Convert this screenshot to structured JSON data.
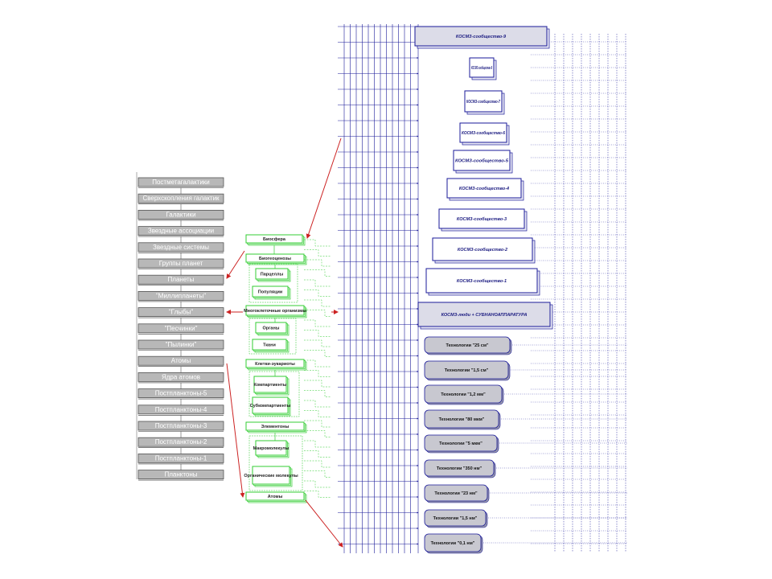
{
  "left_scale": [
    "Постметагалактики",
    "Сверхскопления галактик",
    "Галактики",
    "Звездные ассоциации",
    "Звездные системы",
    "Группы планет",
    "Планеты",
    "\"Миллипланеты\"",
    "\"Глыбы\"",
    "\"Песчинки\"",
    "\"Пылинки\"",
    "Атомы",
    "Ядра атомов",
    "Постпланктоны-5",
    "Постпланктоны-4",
    "Постпланктоны-3",
    "Постпланктоны-2",
    "Постпланктоны-1",
    "Планктоны"
  ],
  "middle_hierarchy": [
    {
      "label": "Биосфера",
      "level": 0
    },
    {
      "label": "Биогеоценозы",
      "level": 0
    },
    {
      "label": "Парцеллы",
      "level": 1
    },
    {
      "label": "Популяции",
      "level": 1
    },
    {
      "label": "Многоклеточные организмы",
      "level": 0
    },
    {
      "label": "Органы",
      "level": 1
    },
    {
      "label": "Ткани",
      "level": 1
    },
    {
      "label": "Клетки-эукариоты",
      "level": 0
    },
    {
      "label": "Компартменты",
      "level": 1
    },
    {
      "label": "Субкомпартменты",
      "level": 1
    },
    {
      "label": "Элементоны",
      "level": 0
    },
    {
      "label": "Макромолекулы",
      "level": 1
    },
    {
      "label": "Органические молекулы",
      "level": 1
    },
    {
      "label": "Атомы",
      "level": 0
    }
  ],
  "cosm_communities": [
    "КОСМЗ-сообщество-9",
    "КОСМЗ-сообщество-8",
    "КОСМЗ-сообщество-7",
    "КОСМЗ-сообщество-6",
    "КОСМЗ-сообщество-5",
    "КОСМЗ-сообщество-4",
    "КОСМЗ-сообщество-3",
    "КОСМЗ-сообщество-2",
    "КОСМЗ-сообщество-1",
    "КОСМЗ-люди + СУБНАНОАППАРАТУРА"
  ],
  "technologies": [
    "Технологии \"25 см\"",
    "Технологии \"1,5 см\"",
    "Технологии \"1,2 мм\"",
    "Технологии \"80 мкм\"",
    "Технологии \"5 мкм\"",
    "Технологии \"350 нм\"",
    "Технологии \"23 нм\"",
    "Технологии \"1,5 нм\"",
    "Технологии \"0,1 нм\""
  ],
  "colors": {
    "gray_box": "#b8b8b8",
    "gray_border": "#555555",
    "green": "#33cc33",
    "blue": "#1a1a99",
    "red_arrow": "#cc2222",
    "tech_fill": "#c8c8d0"
  }
}
